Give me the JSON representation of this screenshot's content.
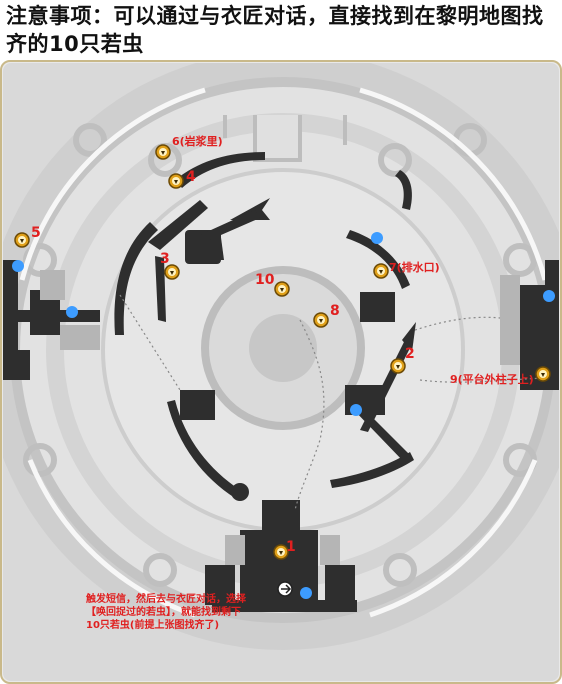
{
  "title": "注意事项：可以通过与衣匠对话，直接找到在黎明地图找齐的10只若虫",
  "map": {
    "note": [
      "触发短信，然后去与衣匠对话，选择",
      "【唤回捉过的若虫】，就能找到剩下",
      "10只若虫(前提上张图找齐了)"
    ],
    "markers": [
      {
        "id": "1",
        "label": "1"
      },
      {
        "id": "2",
        "label": "2"
      },
      {
        "id": "3",
        "label": "3"
      },
      {
        "id": "4",
        "label": "4"
      },
      {
        "id": "5",
        "label": "5"
      },
      {
        "id": "6",
        "label": "6(岩浆里)"
      },
      {
        "id": "7",
        "label": "7(排水口)"
      },
      {
        "id": "8",
        "label": "8"
      },
      {
        "id": "9",
        "label": "9(平台外柱子上)"
      },
      {
        "id": "10",
        "label": "10"
      }
    ],
    "colors": {
      "label": "#e02020",
      "bug_icon": "#e0a019",
      "npc_icon": "#3d9cff",
      "structure": "#2e2e2e",
      "floor": "#dcdcdc"
    }
  }
}
